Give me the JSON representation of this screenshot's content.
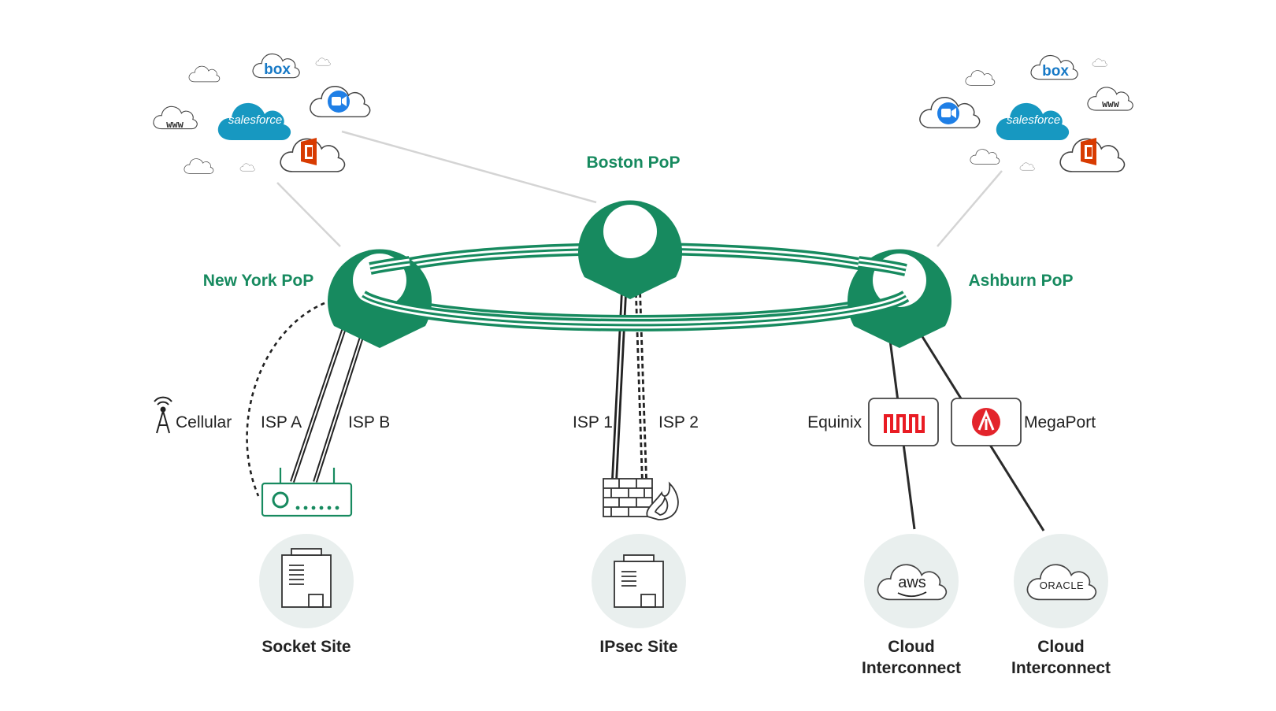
{
  "pops": {
    "boston": "Boston PoP",
    "new_york": "New York PoP",
    "ashburn": "Ashburn PoP"
  },
  "links": {
    "cellular": "Cellular",
    "isp_a": "ISP A",
    "isp_b": "ISP B",
    "isp_1": "ISP 1",
    "isp_2": "ISP 2",
    "equinix": "Equinix",
    "megaport": "MegaPort"
  },
  "sites": {
    "socket": "Socket Site",
    "ipsec": "IPsec Site",
    "cloud_line1": "Cloud",
    "cloud_line2": "Interconnect"
  },
  "apps": {
    "www": "www",
    "box": "box",
    "salesforce": "salesforce",
    "aws": "aws",
    "oracle": "ORACLE"
  },
  "colors": {
    "pop_green": "#178a5f",
    "salesforce_blue": "#1798c1",
    "zoom_blue": "#1f7fe6",
    "office_red": "#d83b01",
    "equinix_red": "#e91c24",
    "megaport_red": "#e3242b",
    "site_bg": "#e9efee"
  },
  "icons": [
    "cellular-tower-icon",
    "router-icon",
    "firewall-icon",
    "building-icon",
    "zoom-icon",
    "office-icon",
    "equinix-icon",
    "megaport-icon"
  ]
}
